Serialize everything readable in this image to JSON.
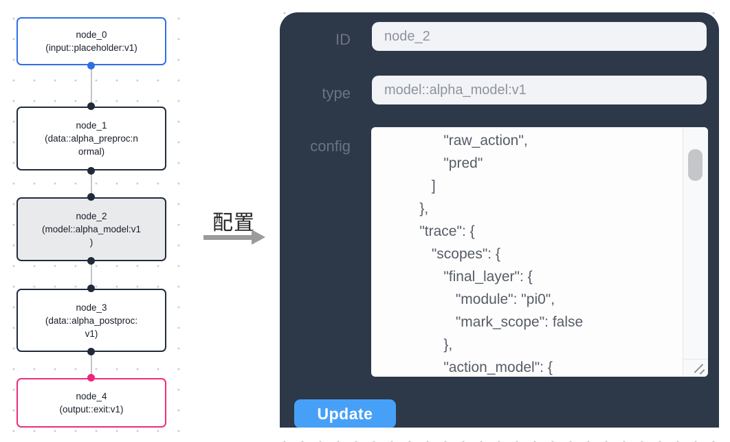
{
  "canvas": {
    "nodes": [
      {
        "id": "node_0",
        "label": "node_0\n(input::placeholder:v1)",
        "kind": "input"
      },
      {
        "id": "node_1",
        "label": "node_1\n(data::alpha_preproc:n\normal)",
        "kind": "data"
      },
      {
        "id": "node_2",
        "label": "node_2\n(model::alpha_model:v1\n)",
        "kind": "model-selected"
      },
      {
        "id": "node_3",
        "label": "node_3\n(data::alpha_postproc:\nv1)",
        "kind": "data"
      },
      {
        "id": "node_4",
        "label": "node_4\n(output::exit:v1)",
        "kind": "output"
      }
    ]
  },
  "annotation": {
    "label": "配置"
  },
  "panel": {
    "id_field": {
      "label": "ID",
      "value": "node_2"
    },
    "type_field": {
      "label": "type",
      "value": "model::alpha_model:v1"
    },
    "config_field": {
      "label": "config",
      "value": "                \"raw_action\",\n                \"pred\"\n             ]\n          },\n          \"trace\": {\n             \"scopes\": {\n                \"final_layer\": {\n                   \"module\": \"pi0\",\n                   \"mark_scope\": false\n                },\n                \"action_model\": {"
    },
    "update_button": "Update"
  },
  "colors": {
    "panel_bg": "#2d3848",
    "input_node_border": "#2f6fe4",
    "output_node_border": "#ee2b7b",
    "selected_node_bg": "#e9eaec",
    "default_node_border": "#212a3a",
    "update_button_bg": "#47a0f8",
    "pink_port": "#f0257d",
    "blue_port": "#2f6fe4"
  }
}
